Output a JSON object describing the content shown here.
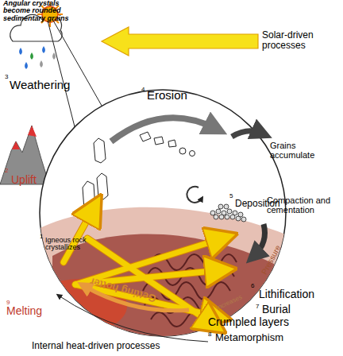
{
  "diagram": {
    "labels": [
      "Angular crystals become rounded sedimentary grains",
      "Solar-driven processes",
      "4",
      "Erosion",
      "3",
      "Weathering",
      "Grains accumulate",
      "2",
      "Uplift",
      "5",
      "Deposition",
      "Compaction and cementation",
      "1",
      "Igneous rock crystallizes",
      "9",
      "Melting",
      "Pressure",
      "6",
      "Lithification",
      "Getting hotter",
      "increases",
      "7",
      "Burial",
      "Crumpled layers",
      "8",
      "Metamorphism",
      "Internal heat-driven processes"
    ]
  }
}
